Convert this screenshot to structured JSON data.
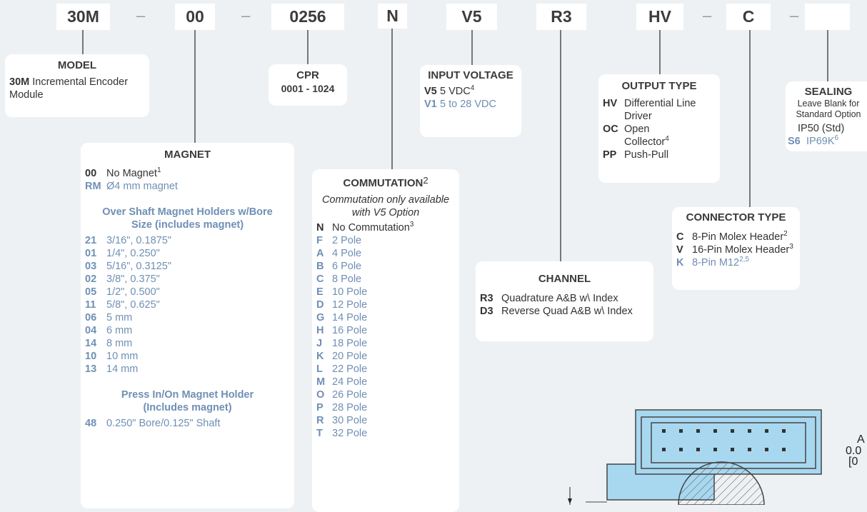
{
  "codes": [
    "30M",
    "00",
    "0256",
    "N",
    "V5",
    "R3",
    "HV",
    "C",
    ""
  ],
  "dash": "–",
  "model": {
    "title": "MODEL",
    "code": "30M",
    "text": " Incremental Encoder Module"
  },
  "cpr": {
    "title": "CPR",
    "range": "0001 - 1024"
  },
  "input_voltage": {
    "title": "INPUT VOLTAGE",
    "options": [
      {
        "code": "V5",
        "label": "5 VDC",
        "sup": "4"
      },
      {
        "code": "V1",
        "label": "5 to 28 VDC",
        "sup": ""
      }
    ]
  },
  "output_type": {
    "title": "OUTPUT TYPE",
    "options": [
      {
        "code": "HV",
        "label": "Differential Line Driver",
        "sup": ""
      },
      {
        "code": "OC",
        "label": "Open Collector",
        "sup": "4"
      },
      {
        "code": "PP",
        "label": "Push-Pull",
        "sup": ""
      }
    ]
  },
  "sealing": {
    "title": "SEALING",
    "note": "Leave Blank for Standard Option",
    "std": "IP50 (Std)",
    "code": "S6",
    "label": "IP69K",
    "sup": "6"
  },
  "magnet": {
    "title": "MAGNET",
    "options": [
      {
        "code": "00",
        "label": "No Magnet",
        "sup": "1"
      },
      {
        "code": "RM",
        "label": "Ø4 mm magnet",
        "sup": ""
      }
    ],
    "over_shaft_title": "Over Shaft Magnet Holders w/Bore Size (includes magnet)",
    "over_shaft": [
      {
        "code": "21",
        "label": "3/16\", 0.1875\""
      },
      {
        "code": "01",
        "label": "1/4\", 0.250\""
      },
      {
        "code": "03",
        "label": "5/16\", 0.3125\""
      },
      {
        "code": "02",
        "label": "3/8\", 0.375\""
      },
      {
        "code": "05",
        "label": "1/2\", 0.500\""
      },
      {
        "code": "11",
        "label": "5/8\", 0.625\""
      },
      {
        "code": "06",
        "label": "5 mm"
      },
      {
        "code": "04",
        "label": "6 mm"
      },
      {
        "code": "14",
        "label": "8 mm"
      },
      {
        "code": "10",
        "label": "10 mm"
      },
      {
        "code": "13",
        "label": "14 mm"
      }
    ],
    "press_title": "Press In/On Magnet Holder (Includes magnet)",
    "press": [
      {
        "code": "48",
        "label": "0.250\" Bore/0.125\" Shaft"
      }
    ]
  },
  "commutation": {
    "title": "COMMUTATION",
    "title_sup": "2",
    "note": "Commutation only available with V5 Option",
    "first": {
      "code": "N",
      "label": "No Commutation",
      "sup": "3"
    },
    "poles": [
      {
        "code": "F",
        "label": "2 Pole"
      },
      {
        "code": "A",
        "label": "4 Pole"
      },
      {
        "code": "B",
        "label": "6 Pole"
      },
      {
        "code": "C",
        "label": "8 Pole"
      },
      {
        "code": "E",
        "label": "10 Pole"
      },
      {
        "code": "D",
        "label": "12 Pole"
      },
      {
        "code": "G",
        "label": "14 Pole"
      },
      {
        "code": "H",
        "label": "16 Pole"
      },
      {
        "code": "J",
        "label": "18 Pole"
      },
      {
        "code": "K",
        "label": "20 Pole"
      },
      {
        "code": "L",
        "label": "22 Pole"
      },
      {
        "code": "M",
        "label": "24 Pole"
      },
      {
        "code": "O",
        "label": "26 Pole"
      },
      {
        "code": "P",
        "label": "28 Pole"
      },
      {
        "code": "R",
        "label": "30 Pole"
      },
      {
        "code": "T",
        "label": "32 Pole"
      }
    ]
  },
  "channel": {
    "title": "CHANNEL",
    "options": [
      {
        "code": "R3",
        "label": "Quadrature A&B w\\ Index"
      },
      {
        "code": "D3",
        "label": "Reverse Quad A&B w\\ Index"
      }
    ]
  },
  "connector": {
    "title": "CONNECTOR TYPE",
    "options": [
      {
        "code": "C",
        "label": "8-Pin Molex Header",
        "sup": "2"
      },
      {
        "code": "V",
        "label": "16-Pin Molex Header",
        "sup": "3"
      },
      {
        "code": "K",
        "label": "8-Pin M12",
        "sup": "2,5"
      }
    ]
  },
  "drawing_labels": [
    "A",
    "0.0",
    "[0"
  ],
  "colors": {
    "accent": "#6f8fb4",
    "connector_fill": "#a8d8f0",
    "background": "#eef1f4"
  }
}
